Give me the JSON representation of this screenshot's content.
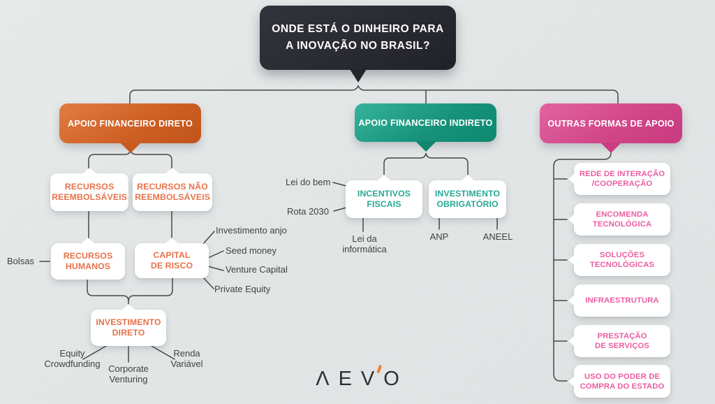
{
  "root": {
    "label": "ONDE ESTÁ O DINHEIRO PARA A INOVAÇÃO NO BRASIL?",
    "lines": [
      "ONDE ESTÁ O DINHEIRO PARA",
      "A INOVAÇÃO NO BRASIL?"
    ]
  },
  "branches": {
    "direct": {
      "label": "APOIO FINANCEIRO DIRETO",
      "nodes": {
        "reembolsaveis": [
          "RECURSOS",
          "REEMBOLSÁVEIS"
        ],
        "nao_reembolsaveis": [
          "RECURSOS NÃO",
          "REEMBOLSÁVEIS"
        ],
        "humanos": [
          "RECURSOS",
          "HUMANOS"
        ],
        "capital_risco": [
          "CAPITAL",
          "DE RISCO"
        ],
        "investimento_direto": [
          "INVESTIMENTO",
          "DIRETO"
        ]
      },
      "leaves": {
        "bolsas": "Bolsas",
        "investimento_anjo": "Investimento anjo",
        "seed_money": "Seed money",
        "venture_capital": "Venture Capital",
        "private_equity": "Private Equity",
        "equity_crowdfunding": [
          "Equity",
          "Crowdfunding"
        ],
        "corporate_venturing": [
          "Corporate",
          "Venturing"
        ],
        "renda_variavel": [
          "Renda",
          "Variável"
        ]
      }
    },
    "indirect": {
      "label": "APOIO FINANCEIRO INDIRETO",
      "nodes": {
        "incentivos_fiscais": [
          "INCENTIVOS",
          "FISCAIS"
        ],
        "investimento_obrigatorio": [
          "INVESTIMENTO",
          "OBRIGATÓRIO"
        ]
      },
      "leaves": {
        "lei_do_bem": "Lei do bem",
        "rota_2030": "Rota 2030",
        "lei_da_informatica": [
          "Lei da",
          "informática"
        ],
        "anp": "ANP",
        "aneel": "ANEEL"
      }
    },
    "other": {
      "label": "OUTRAS FORMAS DE APOIO",
      "items": [
        {
          "lines": [
            "REDE DE INTERAÇÃO",
            "/COOPERAÇÃO"
          ]
        },
        {
          "lines": [
            "ENCOMENDA",
            "TECNOLÓGICA"
          ]
        },
        {
          "lines": [
            "SOLUÇÕES",
            "TECNOLÓGICAS"
          ]
        },
        {
          "lines": [
            "INFRAESTRUTURA"
          ]
        },
        {
          "lines": [
            "PRESTAÇÃO",
            "DE SERVIÇOS"
          ]
        },
        {
          "lines": [
            "USO DO PODER DE",
            "COMPRA DO ESTADO"
          ]
        }
      ]
    }
  },
  "logo": {
    "brand": "AEVO",
    "glyphs": {
      "a": "Λ",
      "e": "E",
      "v": "V",
      "o": "O"
    }
  },
  "colors": {
    "background": "#e6e9e9",
    "root_box": "#2a2a32",
    "direct_gradient_from": "#e17b43",
    "direct_gradient_to": "#c0541a",
    "indirect_gradient_from": "#35b39a",
    "indirect_gradient_to": "#0d8970",
    "other_gradient_from": "#e2639f",
    "other_gradient_to": "#c93a80",
    "direct_text": "#e8724a",
    "indirect_text": "#27a995",
    "other_text": "#ec5da2",
    "connector": "#474747",
    "leaf_text": "#414141",
    "logo_dark": "#2e2e37",
    "logo_accent": "#ef7e35"
  }
}
